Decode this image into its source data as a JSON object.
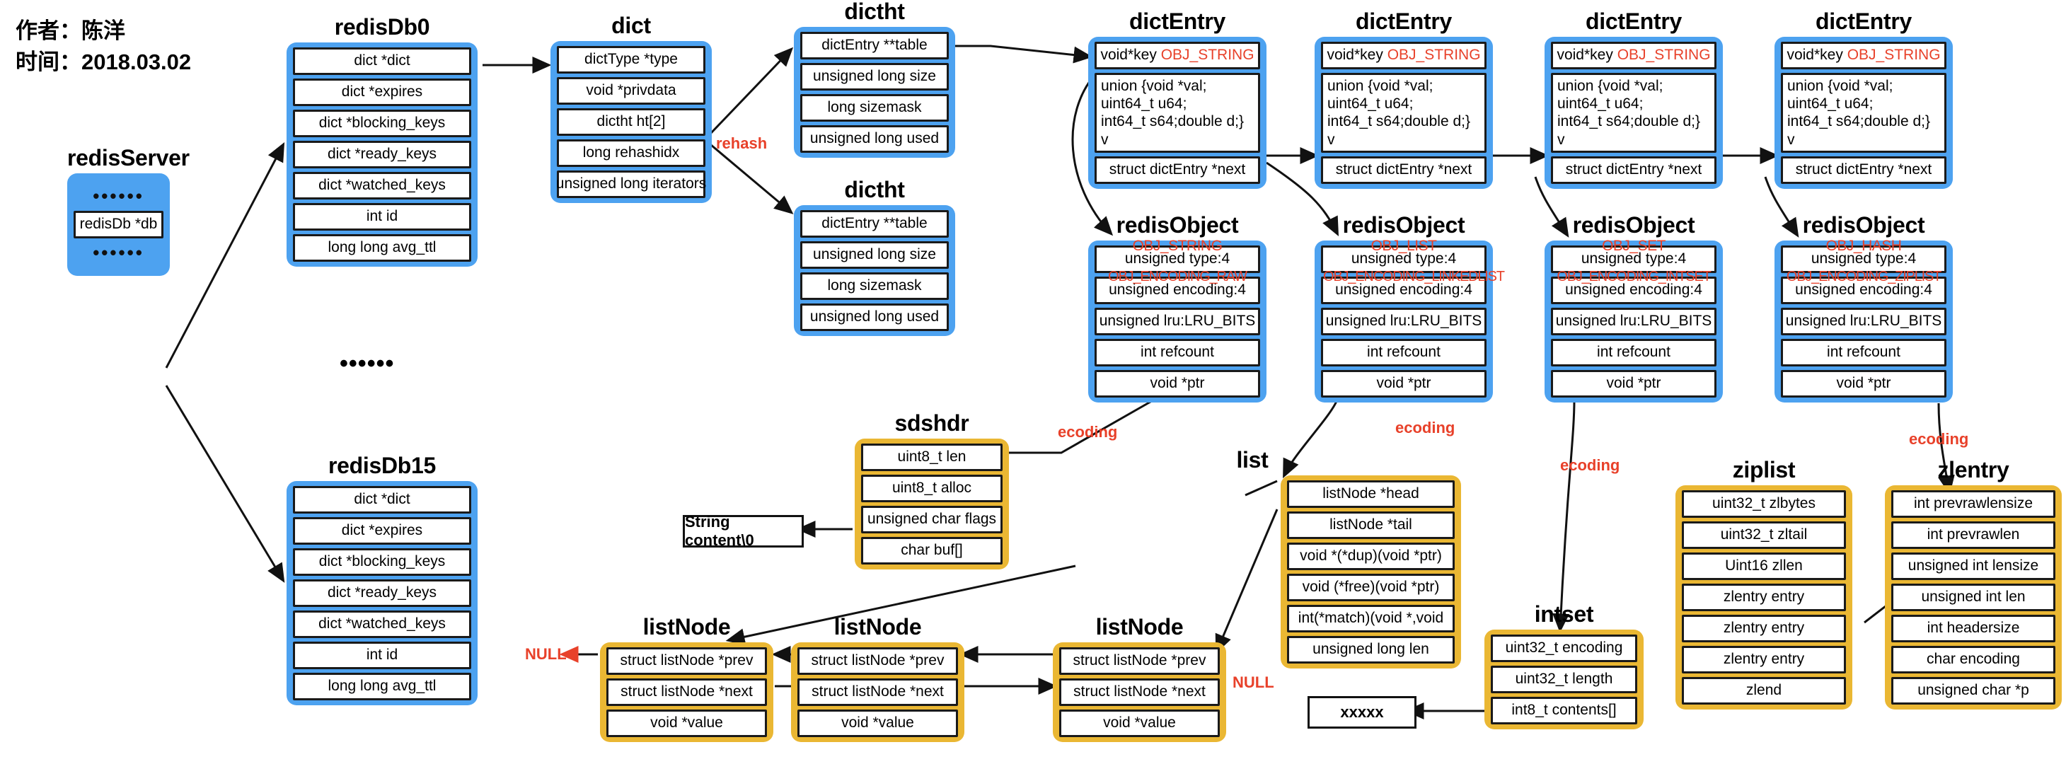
{
  "meta": {
    "author_line": "作者：陈洋",
    "date_line": "时间：2018.03.02"
  },
  "labels": {
    "rehash": "rehash",
    "null_left": "NULL",
    "null_right": "NULL",
    "ecoding_sds": "ecoding",
    "ecoding_list": "ecoding",
    "ecoding_intset": "ecoding",
    "ecoding_ziplist": "ecoding",
    "server_dots_top": "••••••",
    "server_dots_bottom": "••••••",
    "db_ellipsis": "••••••"
  },
  "structs": {
    "redisServer": {
      "title": "redisServer",
      "fields": [
        "redisDb *db"
      ]
    },
    "redisDb0": {
      "title": "redisDb0",
      "fields": [
        "dict *dict",
        "dict *expires",
        "dict *blocking_keys",
        "dict *ready_keys",
        "dict *watched_keys",
        "int id",
        "long long avg_ttl"
      ]
    },
    "redisDb15": {
      "title": "redisDb15",
      "fields": [
        "dict *dict",
        "dict *expires",
        "dict *blocking_keys",
        "dict *ready_keys",
        "dict *watched_keys",
        "int id",
        "long long avg_ttl"
      ]
    },
    "dict": {
      "title": "dict",
      "fields": [
        "dictType *type",
        "void *privdata",
        "dictht ht[2]",
        "long rehashidx",
        "unsigned long iterators"
      ]
    },
    "dictht0": {
      "title": "dictht",
      "fields": [
        "dictEntry **table",
        "unsigned long size",
        "long sizemask",
        "unsigned long used"
      ]
    },
    "dictht1": {
      "title": "dictht",
      "fields": [
        "dictEntry **table",
        "unsigned long size",
        "long sizemask",
        "unsigned long used"
      ]
    },
    "dictEntry": {
      "title": "dictEntry",
      "key_field": "void*key",
      "key_type": "OBJ_STRING",
      "union_field": "union {void *val;\nuint64_t u64;\nint64_t s64;double d;} v",
      "next_field": "struct dictEntry *next"
    },
    "redisObject": {
      "title": "redisObject",
      "fields": [
        "unsigned type:4",
        "unsigned encoding:4",
        "unsigned lru:LRU_BITS",
        "int refcount",
        "void *ptr"
      ],
      "variants": [
        {
          "type": "OBJ_STRING",
          "encoding": "OBJ_ENCODING_RAW"
        },
        {
          "type": "OBJ_LIST",
          "encoding": "OBJ_ENCODING_LINKEDLIST"
        },
        {
          "type": "OBJ_SET",
          "encoding": "OBJ_ENCODING_INTSET"
        },
        {
          "type": "OBJ_HASH",
          "encoding": "OBJ_ENCODING_ZIPLIST"
        }
      ]
    },
    "sdshdr": {
      "title": "sdshdr",
      "fields": [
        "uint8_t len",
        "uint8_t alloc",
        "unsigned char flags",
        "char buf[]"
      ]
    },
    "string_content": {
      "text": "String content\\0"
    },
    "list": {
      "title": "list",
      "fields": [
        "listNode *head",
        "listNode *tail",
        "void *(*dup)(void *ptr)",
        "void (*free)(void *ptr)",
        "int(*match)(void *,void",
        "unsigned long len"
      ]
    },
    "listNode": {
      "title": "listNode",
      "fields": [
        "struct listNode *prev",
        "struct listNode *next",
        "void *value"
      ]
    },
    "intset": {
      "title": "intset",
      "fields": [
        "uint32_t encoding",
        "uint32_t length",
        "int8_t contents[]"
      ]
    },
    "intset_target": {
      "text": "xxxxx"
    },
    "ziplist": {
      "title": "ziplist",
      "fields": [
        "uint32_t zlbytes",
        "uint32_t zltail",
        "Uint16 zllen",
        "zlentry entry",
        "zlentry entry",
        "zlentry entry",
        "zlend"
      ]
    },
    "zlentry": {
      "title": "zlentry",
      "fields": [
        "int prevrawlensize",
        "int prevrawlen",
        "unsigned int lensize",
        "unsigned int len",
        "int headersize",
        "char encoding",
        "unsigned char *p"
      ]
    }
  },
  "colors": {
    "blue": "#4da2f0",
    "gold": "#eab733",
    "red": "#e8412a",
    "border": "#1a1a1a"
  }
}
